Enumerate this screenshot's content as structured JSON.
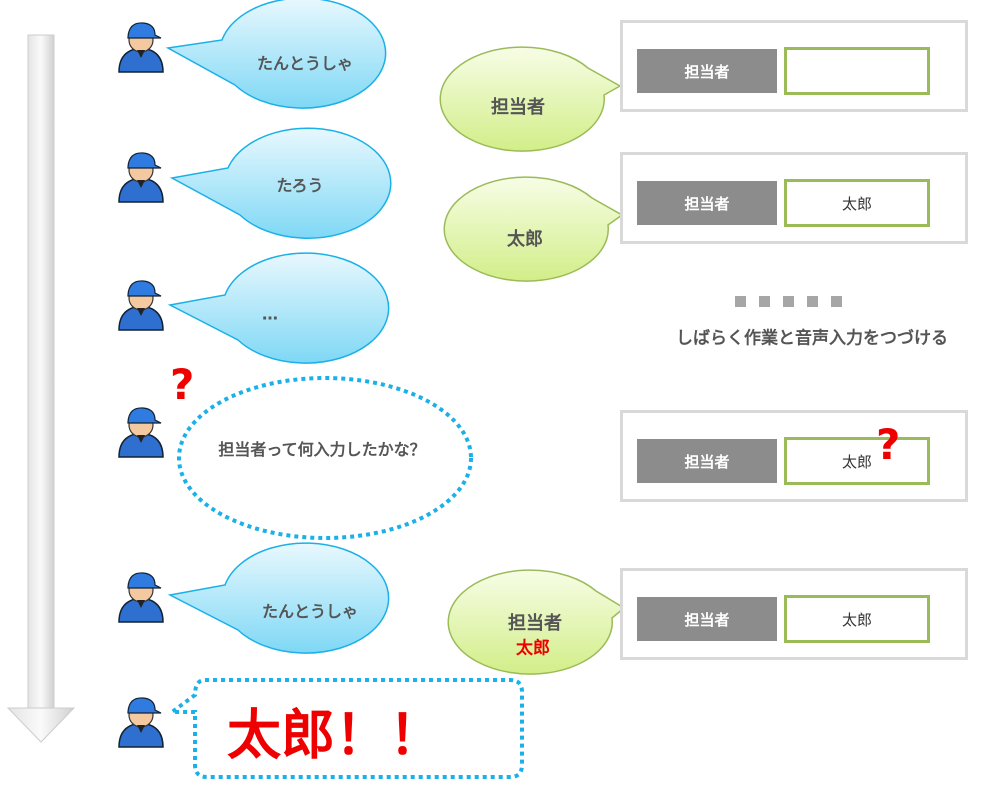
{
  "speech": [
    "たんとうしゃ",
    "たろう",
    "…",
    "担当者って何入力したかな？",
    "たんとうしゃ",
    "太郎！！"
  ],
  "system": [
    "担当者",
    "太郎"
  ],
  "final_system": {
    "label": "担当者",
    "value": "太郎"
  },
  "panels": [
    {
      "label": "担当者",
      "value": ""
    },
    {
      "label": "担当者",
      "value": "太郎"
    },
    {
      "label": "担当者",
      "value": "太郎"
    },
    {
      "label": "担当者",
      "value": "太郎"
    }
  ],
  "question_mark": "?",
  "continue_text": "しばらく作業と音声入力をつづける",
  "colors": {
    "blue_bubble": "#7fd8f5",
    "green_bubble": "#d9f09a",
    "accent_red": "#e00000",
    "field_border": "#9bbb59"
  }
}
